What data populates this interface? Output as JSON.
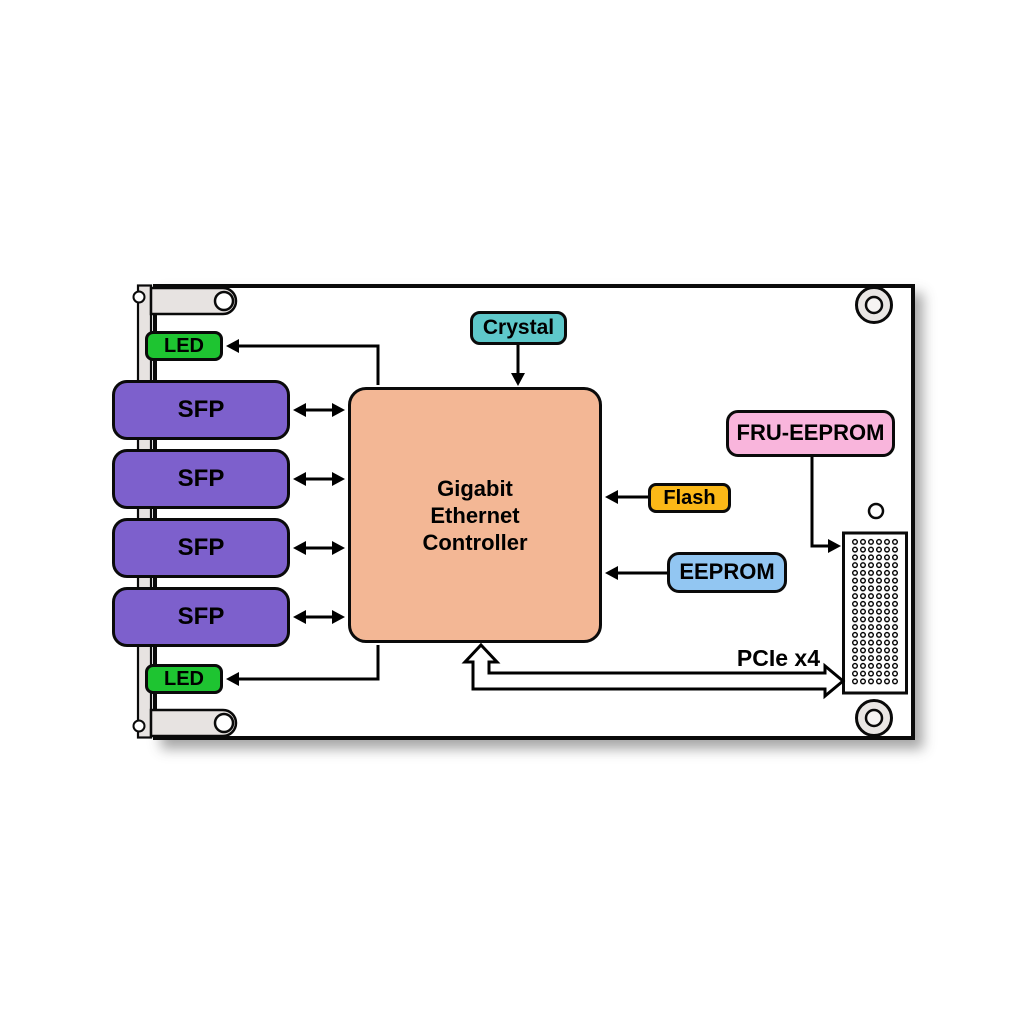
{
  "diagram": {
    "type": "hardware-block-diagram",
    "blocks": {
      "crystal": {
        "label": "Crystal",
        "color": "#5EC8CA"
      },
      "controller": {
        "lines": [
          "Gigabit",
          "Ethernet",
          "Controller"
        ],
        "color": "#F3B795"
      },
      "sfp_ports": {
        "labels": [
          "SFP",
          "SFP",
          "SFP",
          "SFP"
        ],
        "color": "#7D60CC"
      },
      "leds": {
        "top": "LED",
        "bottom": "LED",
        "color": "#1EC431"
      },
      "flash": {
        "label": "Flash",
        "color": "#FBB817"
      },
      "eeprom": {
        "label": "EEPROM",
        "color": "#92C6F2"
      },
      "fru_eeprom": {
        "label": "FRU-EEPROM",
        "color": "#F9B5DC"
      },
      "pcie_bus": {
        "label": "PCIe x4"
      }
    },
    "board": {
      "fill": "#FFFFFF",
      "outline": "#0A0A0A",
      "bracket_color": "#E7E3E1",
      "pcie_connector": {
        "pin_columns": 6,
        "pin_rows": 19
      }
    },
    "connections": [
      {
        "from": "Crystal",
        "to": "Gigabit Ethernet Controller",
        "style": "arrow"
      },
      {
        "from": "Flash",
        "to": "Gigabit Ethernet Controller",
        "style": "arrow"
      },
      {
        "from": "EEPROM",
        "to": "Gigabit Ethernet Controller",
        "style": "arrow"
      },
      {
        "from": "FRU-EEPROM",
        "to": "PCIe connector",
        "style": "arrow"
      },
      {
        "from": "Gigabit Ethernet Controller",
        "to": "SFP 1",
        "style": "bidirectional-arrow"
      },
      {
        "from": "Gigabit Ethernet Controller",
        "to": "SFP 2",
        "style": "bidirectional-arrow"
      },
      {
        "from": "Gigabit Ethernet Controller",
        "to": "SFP 3",
        "style": "bidirectional-arrow"
      },
      {
        "from": "Gigabit Ethernet Controller",
        "to": "LED top",
        "style": "arrow"
      },
      {
        "from": "Gigabit Ethernet Controller",
        "to": "SFP 4",
        "style": "bidirectional-arrow"
      },
      {
        "from": "Gigabit Ethernet Controller",
        "to": "LED bottom",
        "style": "arrow"
      },
      {
        "from": "Gigabit Ethernet Controller",
        "to": "PCIe connector",
        "style": "wide-bus-arrow",
        "label": "PCIe x4"
      }
    ]
  }
}
